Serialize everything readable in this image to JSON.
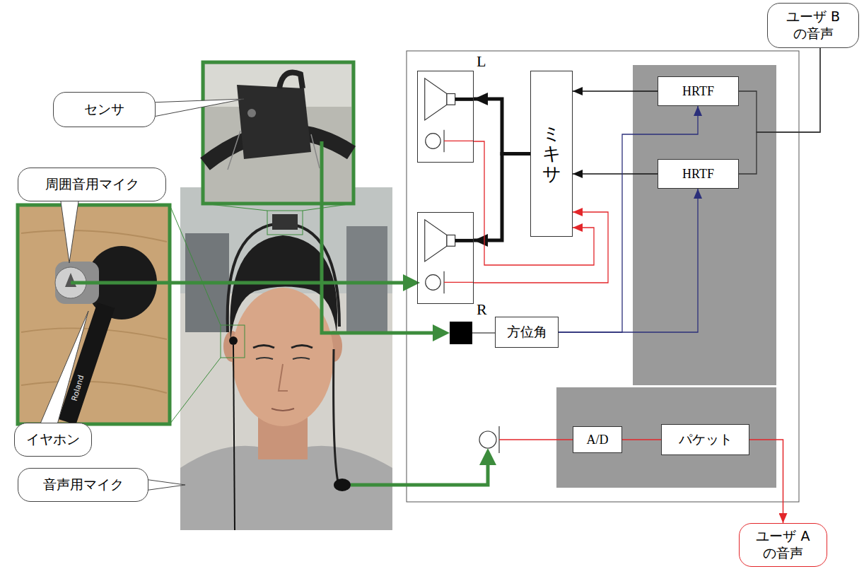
{
  "diagram": {
    "nodes": [
      {
        "text": [
          "ユーザ B の音声"
        ]
      },
      {
        "text": [
          "センサ"
        ]
      },
      {
        "text": [
          "L"
        ]
      },
      {
        "text": [
          "ミキサ"
        ]
      },
      {
        "text": [
          "HRTF"
        ]
      },
      {
        "text": [
          "周囲音用マイク"
        ]
      },
      {
        "text": [
          "HRTF"
        ]
      },
      {
        "text": [
          "R"
        ]
      },
      {
        "text": [
          "方位角"
        ]
      },
      {
        "text": [
          "イヤホン"
        ]
      },
      {
        "text": [
          "A/D"
        ]
      },
      {
        "text": [
          "パケット"
        ]
      },
      {
        "text": [
          "音声用マイク"
        ]
      },
      {
        "text": [
          "ユーザ A の音声"
        ]
      }
    ],
    "edges": [
      {
        "from": 0,
        "to": 4,
        "arrow": "none"
      },
      {
        "from": 0,
        "to": 6,
        "arrow": "none"
      },
      {
        "from": 4,
        "to": 3,
        "arrow": "to"
      },
      {
        "from": 6,
        "to": 3,
        "arrow": "to"
      },
      {
        "from": 3,
        "to": 2,
        "arrow": "to"
      },
      {
        "from": 3,
        "to": 7,
        "arrow": "to"
      },
      {
        "from": 2,
        "to": 3,
        "arrow": "to"
      },
      {
        "from": 7,
        "to": 3,
        "arrow": "to"
      },
      {
        "from": 8,
        "to": 4,
        "arrow": "to"
      },
      {
        "from": 8,
        "to": 6,
        "arrow": "to"
      },
      {
        "from": 10,
        "to": 11,
        "arrow": "none"
      },
      {
        "from": 11,
        "to": 13,
        "arrow": "to"
      }
    ],
    "labels": [
      "Roland"
    ]
  }
}
